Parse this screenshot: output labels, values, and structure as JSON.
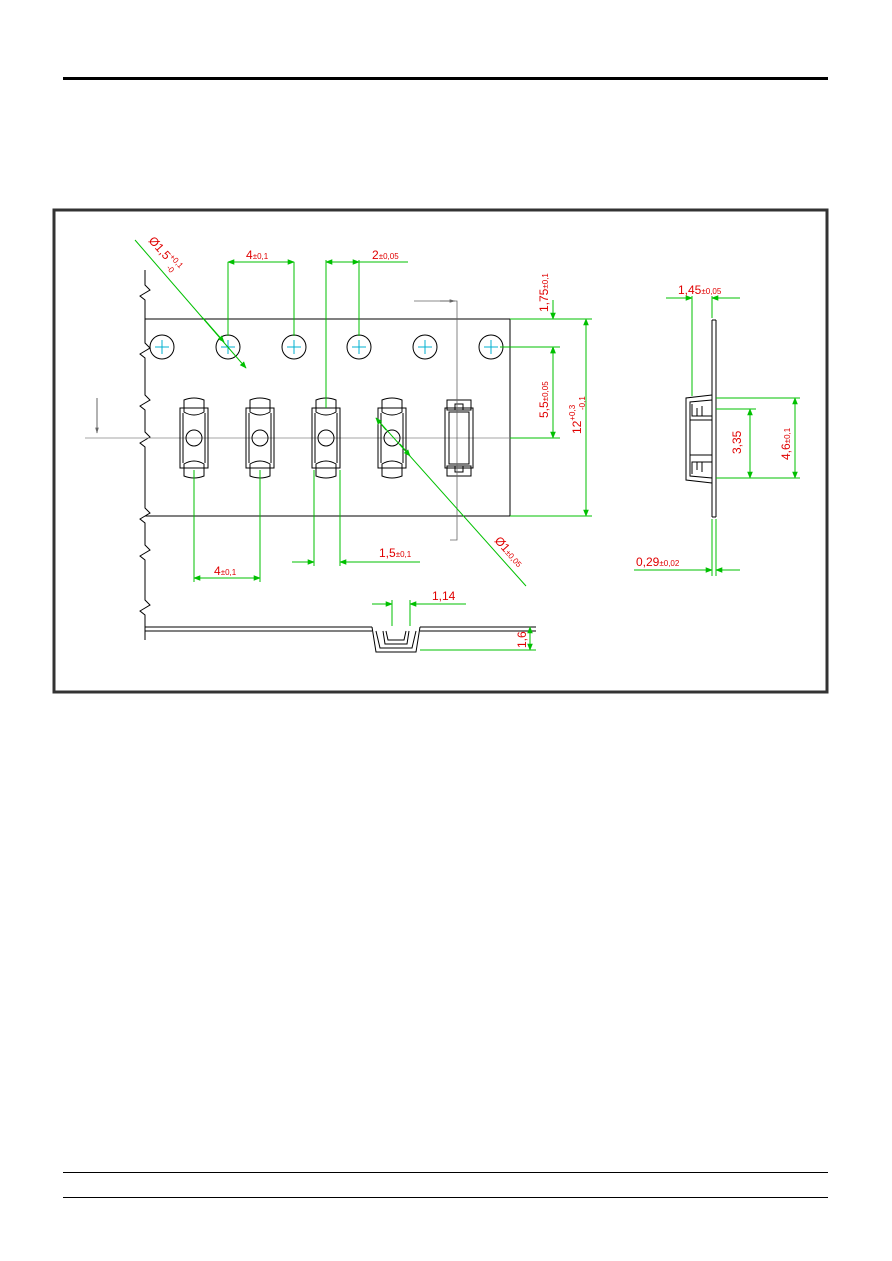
{
  "drawing": {
    "colors": {
      "outline": "#000000",
      "dimension_line": "#00c000",
      "dimension_text": "#e00000",
      "centerline": "#00b0d0"
    },
    "dimensions": {
      "sprocket_hole_dia": {
        "main": "Ø1,5",
        "tol_upper": "+0,1",
        "tol_lower": "-0"
      },
      "sprocket_pitch": {
        "main": "4",
        "tol": "±0,1"
      },
      "hole_to_pocket": {
        "main": "2",
        "tol": "±0,05"
      },
      "edge_to_hole": {
        "main": "1,75",
        "tol": "±0,1"
      },
      "hole_to_pocket_center": {
        "main": "5,5",
        "tol": "±0,05"
      },
      "tape_width": {
        "main": "12",
        "tol_upper": "+0,3",
        "tol_lower": "-0,1"
      },
      "pocket_pitch": {
        "main": "4",
        "tol": "±0,1"
      },
      "pocket_width": {
        "main": "1,5",
        "tol": "±0,1"
      },
      "pocket_hole_dia": {
        "main": "Ø1",
        "tol": "±0,05"
      },
      "pocket_depth_inner": {
        "main": "1,14"
      },
      "pocket_depth_total": {
        "main": "1,6"
      },
      "pocket_length_top": {
        "main": "1,45",
        "tol": "±0,05"
      },
      "pocket_opening": {
        "main": "3,35"
      },
      "pocket_length": {
        "main": "4,6",
        "tol": "±0,1"
      },
      "tape_thickness": {
        "main": "0,29",
        "tol": "±0,02"
      }
    }
  }
}
